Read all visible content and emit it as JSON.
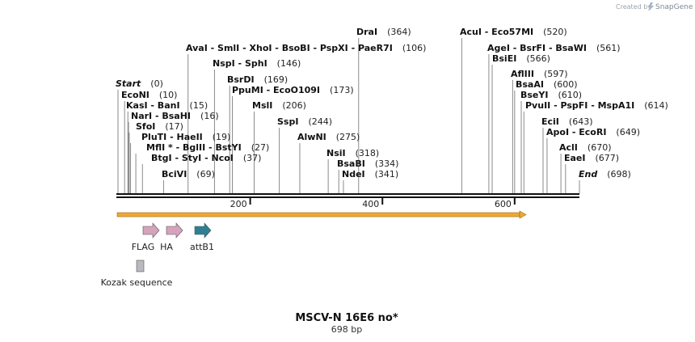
{
  "credit": {
    "prefix": "Created by",
    "brand": "SnapGene"
  },
  "map": {
    "title": "MSCV-N 16E6 no*",
    "length_label": "698 bp",
    "length": 698,
    "ruler_ticks": [
      200,
      400,
      600
    ],
    "orf_color": "#f0a830",
    "sites": [
      {
        "text": "Start",
        "pos_label": "(0)",
        "position": 0,
        "italic": true
      },
      {
        "text": "EcoNI",
        "pos_label": "(10)",
        "position": 10
      },
      {
        "text": "KasI - BanI",
        "pos_label": "(15)",
        "position": 15
      },
      {
        "text": "NarI - BsaHI",
        "pos_label": "(16)",
        "position": 16
      },
      {
        "text": "SfoI",
        "pos_label": "(17)",
        "position": 17
      },
      {
        "text": "PluTI - HaeII",
        "pos_label": "(19)",
        "position": 19
      },
      {
        "text": "MflI * - BglII - BstYI",
        "pos_label": "(27)",
        "position": 27
      },
      {
        "text": "BtgI - StyI - NcoI",
        "pos_label": "(37)",
        "position": 37
      },
      {
        "text": "BciVI",
        "pos_label": "(69)",
        "position": 69
      },
      {
        "text": "AvaI - SmlI - XhoI - BsoBI - PspXI - PaeR7I",
        "pos_label": "(106)",
        "position": 106
      },
      {
        "text": "NspI - SphI",
        "pos_label": "(146)",
        "position": 146
      },
      {
        "text": "BsrDI",
        "pos_label": "(169)",
        "position": 169
      },
      {
        "text": "PpuMI - EcoO109I",
        "pos_label": "(173)",
        "position": 173
      },
      {
        "text": "MslI",
        "pos_label": "(206)",
        "position": 206
      },
      {
        "text": "SspI",
        "pos_label": "(244)",
        "position": 244
      },
      {
        "text": "AlwNI",
        "pos_label": "(275)",
        "position": 275
      },
      {
        "text": "NsiI",
        "pos_label": "(318)",
        "position": 318
      },
      {
        "text": "BsaBI",
        "pos_label": "(334)",
        "position": 334
      },
      {
        "text": "NdeI",
        "pos_label": "(341)",
        "position": 341
      },
      {
        "text": "DraI",
        "pos_label": "(364)",
        "position": 364
      },
      {
        "text": "AcuI - Eco57MI",
        "pos_label": "(520)",
        "position": 520
      },
      {
        "text": "AgeI - BsrFI - BsaWI",
        "pos_label": "(561)",
        "position": 561
      },
      {
        "text": "BsiEI",
        "pos_label": "(566)",
        "position": 566
      },
      {
        "text": "AflIII",
        "pos_label": "(597)",
        "position": 597
      },
      {
        "text": "BsaAI",
        "pos_label": "(600)",
        "position": 600
      },
      {
        "text": "BseYI",
        "pos_label": "(610)",
        "position": 610
      },
      {
        "text": "PvuII - PspFI - MspA1I",
        "pos_label": "(614)",
        "position": 614
      },
      {
        "text": "EciI",
        "pos_label": "(643)",
        "position": 643
      },
      {
        "text": "ApoI - EcoRI",
        "pos_label": "(649)",
        "position": 649
      },
      {
        "text": "AclI",
        "pos_label": "(670)",
        "position": 670
      },
      {
        "text": "EaeI",
        "pos_label": "(677)",
        "position": 677
      },
      {
        "text": "End",
        "pos_label": "(698)",
        "position": 698,
        "italic": true
      }
    ],
    "features": [
      {
        "name": "FLAG",
        "color": "#d6a3bd",
        "shape": "arrow"
      },
      {
        "name": "HA",
        "color": "#d6a3bd",
        "shape": "arrow"
      },
      {
        "name": "attB1",
        "color": "#2f7f93",
        "shape": "arrow"
      },
      {
        "name": "Kozak sequence",
        "color": "#b9b9c0",
        "shape": "box"
      }
    ]
  }
}
